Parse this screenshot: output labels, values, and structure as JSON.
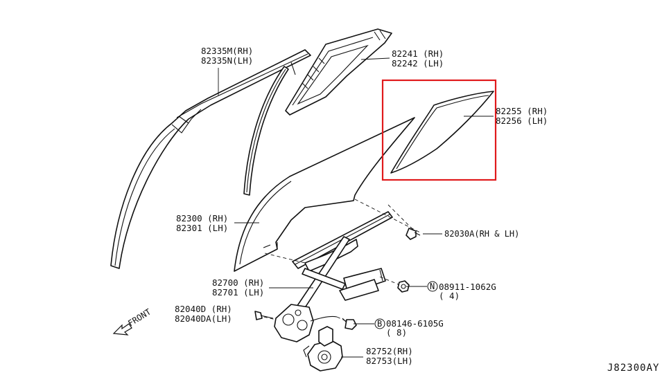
{
  "highlight_color": "#e0191b",
  "ref_code": "J82300AY",
  "front_label": "FRONT",
  "parts": {
    "sash_moulding": {
      "rh": "82335M(RH)",
      "lh": "82335N(LH)"
    },
    "quarter_seal": {
      "rh": "82241 (RH)",
      "lh": "82242 (LH)"
    },
    "quarter_glass": {
      "rh": "82255 (RH)",
      "lh": "82256 (LH)"
    },
    "door_glass": {
      "rh": "82300 (RH)",
      "lh": "82301 (LH)"
    },
    "glass_bolt": {
      "label": "82030A(RH & LH)"
    },
    "regulator": {
      "rh": "82700 (RH)",
      "lh": "82701 (LH)"
    },
    "regulator_bolt": {
      "rh": "82040D  (RH)",
      "lh": "82040DA(LH)"
    },
    "nut": {
      "symbol": "N",
      "number": "08911-1062G",
      "qty": "( 4)"
    },
    "bolt": {
      "symbol": "B",
      "number": "08146-6105G",
      "qty": "( 8)"
    },
    "motor": {
      "rh": "82752(RH)",
      "lh": "82753(LH)"
    }
  }
}
